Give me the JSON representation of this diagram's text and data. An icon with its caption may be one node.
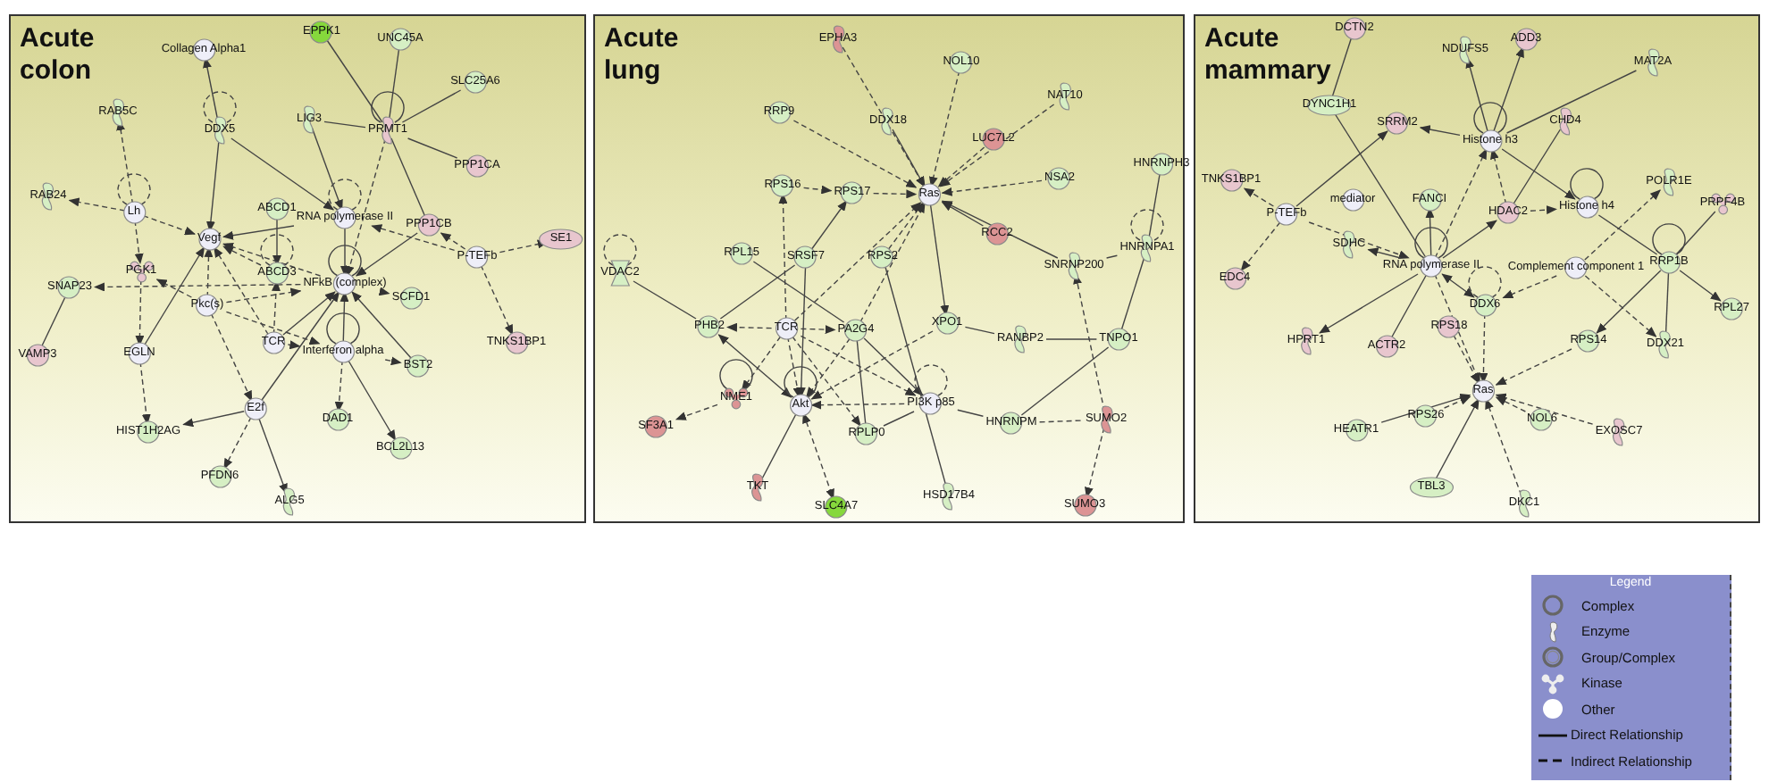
{
  "diagram": {
    "nodes": [
      {
        "text": [
          "Acute colon"
        ]
      },
      {
        "text": [
          "Acute lung"
        ]
      },
      {
        "text": [
          "Acute mammary"
        ]
      },
      {
        "text": [
          "Collagen Alpha1"
        ],
        "in": 0
      },
      {
        "text": [
          "EPPK1"
        ],
        "in": 0
      },
      {
        "text": [
          "UNC45A"
        ],
        "in": 0
      },
      {
        "text": [
          "SLC25A6"
        ],
        "in": 0
      },
      {
        "text": [
          "RAB5C"
        ],
        "in": 0
      },
      {
        "text": [
          "DDX5"
        ],
        "in": 0
      },
      {
        "text": [
          "LIG3"
        ],
        "in": 0
      },
      {
        "text": [
          "PRMT1"
        ],
        "in": 0
      },
      {
        "text": [
          "PPP1CA"
        ],
        "in": 0
      },
      {
        "text": [
          "RAB24"
        ],
        "in": 0
      },
      {
        "text": [
          "Lh"
        ],
        "in": 0
      },
      {
        "text": [
          "ABCD1"
        ],
        "in": 0
      },
      {
        "text": [
          "RNA polymerase II"
        ],
        "in": 0
      },
      {
        "text": [
          "PPP1CB"
        ],
        "in": 0
      },
      {
        "text": [
          "Vegf"
        ],
        "in": 0
      },
      {
        "text": [
          "SE1"
        ],
        "in": 0
      },
      {
        "text": [
          "P-TEFb"
        ],
        "in": 0
      },
      {
        "text": [
          "SNAP23"
        ],
        "in": 0
      },
      {
        "text": [
          "PGK1"
        ],
        "in": 0
      },
      {
        "text": [
          "ABCD3"
        ],
        "in": 0
      },
      {
        "text": [
          "NFkB (complex)"
        ],
        "in": 0
      },
      {
        "text": [
          "SCFD1"
        ],
        "in": 0
      },
      {
        "text": [
          "Pkc(s)"
        ],
        "in": 0
      },
      {
        "text": [
          "TCR"
        ],
        "in": 0
      },
      {
        "text": [
          "TNKS1BP1"
        ],
        "in": 0
      },
      {
        "text": [
          "VAMP3"
        ],
        "in": 0
      },
      {
        "text": [
          "EGLN"
        ],
        "in": 0
      },
      {
        "text": [
          "Interferon alpha"
        ],
        "in": 0
      },
      {
        "text": [
          "BST2"
        ],
        "in": 0
      },
      {
        "text": [
          "E2f"
        ],
        "in": 0
      },
      {
        "text": [
          "DAD1"
        ],
        "in": 0
      },
      {
        "text": [
          "HIST1H2AG"
        ],
        "in": 0
      },
      {
        "text": [
          "BCL2L13"
        ],
        "in": 0
      },
      {
        "text": [
          "PFDN6"
        ],
        "in": 0
      },
      {
        "text": [
          "ALG5"
        ],
        "in": 0
      },
      {
        "text": [
          "EPHA3"
        ],
        "in": 1
      },
      {
        "text": [
          "NOL10"
        ],
        "in": 1
      },
      {
        "text": [
          "NAT10"
        ],
        "in": 1
      },
      {
        "text": [
          "RRP9"
        ],
        "in": 1
      },
      {
        "text": [
          "DDX18"
        ],
        "in": 1
      },
      {
        "text": [
          "LUC7L2"
        ],
        "in": 1
      },
      {
        "text": [
          "HNRNPH3"
        ],
        "in": 1
      },
      {
        "text": [
          "RPS16"
        ],
        "in": 1
      },
      {
        "text": [
          "RPS17"
        ],
        "in": 1
      },
      {
        "text": [
          "Ras"
        ],
        "in": 1
      },
      {
        "text": [
          "NSA2"
        ],
        "in": 1
      },
      {
        "text": [
          "RCC2"
        ],
        "in": 1
      },
      {
        "text": [
          "HNRNPA1"
        ],
        "in": 1
      },
      {
        "text": [
          "VDAC2"
        ],
        "in": 1
      },
      {
        "text": [
          "RPL15"
        ],
        "in": 1
      },
      {
        "text": [
          "SRSF7"
        ],
        "in": 1
      },
      {
        "text": [
          "RPS2"
        ],
        "in": 1
      },
      {
        "text": [
          "SNRNP200"
        ],
        "in": 1
      },
      {
        "text": [
          "PHB2"
        ],
        "in": 1
      },
      {
        "text": [
          "TCR"
        ],
        "in": 1
      },
      {
        "text": [
          "PA2G4"
        ],
        "in": 1
      },
      {
        "text": [
          "XPO1"
        ],
        "in": 1
      },
      {
        "text": [
          "RANBP2"
        ],
        "in": 1
      },
      {
        "text": [
          "TNPO1"
        ],
        "in": 1
      },
      {
        "text": [
          "NME1"
        ],
        "in": 1
      },
      {
        "text": [
          "SF3A1"
        ],
        "in": 1
      },
      {
        "text": [
          "Akt"
        ],
        "in": 1
      },
      {
        "text": [
          "PI3K p85"
        ],
        "in": 1
      },
      {
        "text": [
          "RPLP0"
        ],
        "in": 1
      },
      {
        "text": [
          "HNRNPM"
        ],
        "in": 1
      },
      {
        "text": [
          "SUMO2"
        ],
        "in": 1
      },
      {
        "text": [
          "TKT"
        ],
        "in": 1
      },
      {
        "text": [
          "HSD17B4"
        ],
        "in": 1
      },
      {
        "text": [
          "SLC4A7"
        ],
        "in": 1
      },
      {
        "text": [
          "SUMO3"
        ],
        "in": 1
      },
      {
        "text": [
          "DCTN2"
        ],
        "in": 2
      },
      {
        "text": [
          "ADD3"
        ],
        "in": 2
      },
      {
        "text": [
          "NDUFS5"
        ],
        "in": 2
      },
      {
        "text": [
          "MAT2A"
        ],
        "in": 2
      },
      {
        "text": [
          "DYNC1H1"
        ],
        "in": 2
      },
      {
        "text": [
          "SRRM2"
        ],
        "in": 2
      },
      {
        "text": [
          "Histone h3"
        ],
        "in": 2
      },
      {
        "text": [
          "CHD4"
        ],
        "in": 2
      },
      {
        "text": [
          "TNKS1BP1"
        ],
        "in": 2
      },
      {
        "text": [
          "mediator"
        ],
        "in": 2
      },
      {
        "text": [
          "P-TEFb"
        ],
        "in": 2
      },
      {
        "text": [
          "FANCI"
        ],
        "in": 2
      },
      {
        "text": [
          "HDAC2"
        ],
        "in": 2
      },
      {
        "text": [
          "Histone h4"
        ],
        "in": 2
      },
      {
        "text": [
          "POLR1E"
        ],
        "in": 2
      },
      {
        "text": [
          "PRPF4B"
        ],
        "in": 2
      },
      {
        "text": [
          "SDHC"
        ],
        "in": 2
      },
      {
        "text": [
          "RNA polymerase II"
        ],
        "in": 2
      },
      {
        "text": [
          "Complement component 1"
        ],
        "in": 2
      },
      {
        "text": [
          "RRP1B"
        ],
        "in": 2
      },
      {
        "text": [
          "DDX6"
        ],
        "in": 2
      },
      {
        "text": [
          "EDC4"
        ],
        "in": 2
      },
      {
        "text": [
          "HPRT1"
        ],
        "in": 2
      },
      {
        "text": [
          "ACTR2"
        ],
        "in": 2
      },
      {
        "text": [
          "RPS18"
        ],
        "in": 2
      },
      {
        "text": [
          "RPS14"
        ],
        "in": 2
      },
      {
        "text": [
          "DDX21"
        ],
        "in": 2
      },
      {
        "text": [
          "RPL27"
        ],
        "in": 2
      },
      {
        "text": [
          "Ras"
        ],
        "in": 2
      },
      {
        "text": [
          "HEATR1"
        ],
        "in": 2
      },
      {
        "text": [
          "RPS26"
        ],
        "in": 2
      },
      {
        "text": [
          "NOL6"
        ],
        "in": 2
      },
      {
        "text": [
          "EXOSC7"
        ],
        "in": 2
      },
      {
        "text": [
          "TBL3"
        ],
        "in": 2
      },
      {
        "text": [
          "DKC1"
        ],
        "in": 2
      }
    ],
    "edges": [
      {
        "from": 8,
        "to": 3,
        "arrow": "to"
      },
      {
        "from": 4,
        "to": 10,
        "arrow": "none"
      },
      {
        "from": 5,
        "to": 10,
        "arrow": "none"
      },
      {
        "from": 6,
        "to": 10,
        "arrow": "none"
      },
      {
        "from": 9,
        "to": 10,
        "arrow": "none"
      },
      {
        "from": 10,
        "to": 11,
        "arrow": "none"
      },
      {
        "from": 13,
        "to": 7,
        "arrow": "to",
        "style": "dashed"
      },
      {
        "from": 13,
        "to": 12,
        "arrow": "to",
        "style": "dashed"
      },
      {
        "from": 8,
        "to": 17,
        "arrow": "to"
      },
      {
        "from": 8,
        "to": 15,
        "arrow": "to"
      },
      {
        "from": 9,
        "to": 15,
        "arrow": "to"
      },
      {
        "from": 16,
        "to": 10,
        "arrow": "none"
      },
      {
        "from": 15,
        "to": 17,
        "arrow": "to"
      },
      {
        "from": 14,
        "to": 22,
        "arrow": "to"
      },
      {
        "from": 19,
        "to": 18,
        "arrow": "to",
        "style": "dashed"
      },
      {
        "from": 19,
        "to": 15,
        "arrow": "to",
        "style": "dashed"
      },
      {
        "from": 19,
        "to": 16,
        "arrow": "to",
        "style": "dashed"
      },
      {
        "from": 19,
        "to": 27,
        "arrow": "to",
        "style": "dashed"
      },
      {
        "from": 13,
        "to": 17,
        "arrow": "to",
        "style": "dashed"
      },
      {
        "from": 13,
        "to": 21,
        "arrow": "to",
        "style": "dashed"
      },
      {
        "from": 22,
        "to": 17,
        "arrow": "to",
        "style": "dashed"
      },
      {
        "from": 23,
        "to": 17,
        "arrow": "to",
        "style": "dashed"
      },
      {
        "from": 25,
        "to": 17,
        "arrow": "to",
        "style": "dashed"
      },
      {
        "from": 26,
        "to": 17,
        "arrow": "to",
        "style": "dashed"
      },
      {
        "from": 29,
        "to": 17,
        "arrow": "to"
      },
      {
        "from": 23,
        "to": 20,
        "arrow": "to",
        "style": "dashed"
      },
      {
        "from": 25,
        "to": 21,
        "arrow": "to",
        "style": "dashed"
      },
      {
        "from": 25,
        "to": 23,
        "arrow": "to",
        "style": "dashed"
      },
      {
        "from": 25,
        "to": 30,
        "arrow": "to",
        "style": "dashed"
      },
      {
        "from": 25,
        "to": 32,
        "arrow": "to",
        "style": "dashed"
      },
      {
        "from": 26,
        "to": 23,
        "arrow": "to"
      },
      {
        "from": 26,
        "to": 22,
        "arrow": "to",
        "style": "dashed"
      },
      {
        "from": 26,
        "to": 30,
        "arrow": "to"
      },
      {
        "from": 23,
        "to": 24,
        "arrow": "to",
        "style": "dashed"
      },
      {
        "from": 30,
        "to": 23,
        "arrow": "to"
      },
      {
        "from": 30,
        "to": 31,
        "arrow": "to",
        "style": "dashed"
      },
      {
        "from": 31,
        "to": 23,
        "arrow": "to"
      },
      {
        "from": 30,
        "to": 33,
        "arrow": "to",
        "style": "dashed"
      },
      {
        "from": 30,
        "to": 35,
        "arrow": "to"
      },
      {
        "from": 32,
        "to": 23,
        "arrow": "to"
      },
      {
        "from": 32,
        "to": 34,
        "arrow": "to"
      },
      {
        "from": 29,
        "to": 34,
        "arrow": "to",
        "style": "dashed"
      },
      {
        "from": 32,
        "to": 36,
        "arrow": "to",
        "style": "dashed"
      },
      {
        "from": 32,
        "to": 37,
        "arrow": "to"
      },
      {
        "from": 28,
        "to": 20,
        "arrow": "none"
      },
      {
        "from": 21,
        "to": 29,
        "arrow": "to",
        "style": "dashed"
      },
      {
        "from": 10,
        "to": 23,
        "arrow": "to",
        "style": "dashed"
      },
      {
        "from": 16,
        "to": 23,
        "arrow": "to"
      },
      {
        "from": 15,
        "to": 23,
        "arrow": "to"
      },
      {
        "from": 8,
        "to": 8,
        "arrow": "none",
        "style": "dashed"
      },
      {
        "from": 10,
        "to": 10,
        "arrow": "none"
      },
      {
        "from": 13,
        "to": 13,
        "arrow": "none",
        "style": "dashed"
      },
      {
        "from": 15,
        "to": 15,
        "arrow": "none",
        "style": "dashed"
      },
      {
        "from": 22,
        "to": 22,
        "arrow": "none",
        "style": "dashed"
      },
      {
        "from": 23,
        "to": 23,
        "arrow": "none"
      },
      {
        "from": 30,
        "to": 30,
        "arrow": "none"
      },
      {
        "from": 38,
        "to": 47,
        "arrow": "to",
        "style": "dashed"
      },
      {
        "from": 39,
        "to": 47,
        "arrow": "to",
        "style": "dashed"
      },
      {
        "from": 40,
        "to": 47,
        "arrow": "to",
        "style": "dashed"
      },
      {
        "from": 41,
        "to": 47,
        "arrow": "to",
        "style": "dashed"
      },
      {
        "from": 42,
        "to": 47,
        "arrow": "to"
      },
      {
        "from": 43,
        "to": 47,
        "arrow": "to",
        "style": "dashed"
      },
      {
        "from": 45,
        "to": 46,
        "arrow": "to",
        "style": "dashed"
      },
      {
        "from": 46,
        "to": 47,
        "arrow": "to",
        "style": "dashed"
      },
      {
        "from": 48,
        "to": 47,
        "arrow": "to",
        "style": "dashed"
      },
      {
        "from": 49,
        "to": 47,
        "arrow": "to"
      },
      {
        "from": 55,
        "to": 47,
        "arrow": "to"
      },
      {
        "from": 44,
        "to": 50,
        "arrow": "none"
      },
      {
        "from": 50,
        "to": 55,
        "arrow": "none"
      },
      {
        "from": 57,
        "to": 45,
        "arrow": "to",
        "style": "dashed"
      },
      {
        "from": 53,
        "to": 46,
        "arrow": "to"
      },
      {
        "from": 54,
        "to": 47,
        "arrow": "to",
        "style": "dashed"
      },
      {
        "from": 58,
        "to": 47,
        "arrow": "to",
        "style": "dashed"
      },
      {
        "from": 57,
        "to": 47,
        "arrow": "to",
        "style": "dashed"
      },
      {
        "from": 47,
        "to": 59,
        "arrow": "to"
      },
      {
        "from": 51,
        "to": 56,
        "arrow": "none"
      },
      {
        "from": 52,
        "to": 58,
        "arrow": "none"
      },
      {
        "from": 56,
        "to": 53,
        "arrow": "none"
      },
      {
        "from": 57,
        "to": 56,
        "arrow": "to",
        "style": "dashed"
      },
      {
        "from": 57,
        "to": 58,
        "arrow": "to",
        "style": "dashed"
      },
      {
        "from": 57,
        "to": 62,
        "arrow": "to",
        "style": "dashed"
      },
      {
        "from": 57,
        "to": 64,
        "arrow": "to",
        "style": "dashed"
      },
      {
        "from": 57,
        "to": 66,
        "arrow": "to",
        "style": "dashed"
      },
      {
        "from": 57,
        "to": 65,
        "arrow": "to",
        "style": "dashed"
      },
      {
        "from": 53,
        "to": 64,
        "arrow": "to"
      },
      {
        "from": 56,
        "to": 64,
        "arrow": "both"
      },
      {
        "from": 58,
        "to": 64,
        "arrow": "to",
        "style": "dashed"
      },
      {
        "from": 58,
        "to": 66,
        "arrow": "none"
      },
      {
        "from": 58,
        "to": 65,
        "arrow": "to"
      },
      {
        "from": 54,
        "to": 70,
        "arrow": "none"
      },
      {
        "from": 59,
        "to": 64,
        "arrow": "to",
        "style": "dashed"
      },
      {
        "from": 59,
        "to": 60,
        "arrow": "none"
      },
      {
        "from": 60,
        "to": 61,
        "arrow": "none"
      },
      {
        "from": 61,
        "to": 50,
        "arrow": "none"
      },
      {
        "from": 61,
        "to": 67,
        "arrow": "none"
      },
      {
        "from": 65,
        "to": 64,
        "arrow": "to",
        "style": "dashed"
      },
      {
        "from": 65,
        "to": 66,
        "arrow": "none"
      },
      {
        "from": 65,
        "to": 67,
        "arrow": "none"
      },
      {
        "from": 67,
        "to": 68,
        "arrow": "none",
        "style": "dashed"
      },
      {
        "from": 68,
        "to": 55,
        "arrow": "to",
        "style": "dashed"
      },
      {
        "from": 68,
        "to": 72,
        "arrow": "to",
        "style": "dashed"
      },
      {
        "from": 62,
        "to": 63,
        "arrow": "to",
        "style": "dashed"
      },
      {
        "from": 64,
        "to": 69,
        "arrow": "none"
      },
      {
        "from": 64,
        "to": 71,
        "arrow": "both",
        "style": "dashed"
      },
      {
        "from": 51,
        "to": 51,
        "arrow": "none",
        "style": "dashed"
      },
      {
        "from": 50,
        "to": 50,
        "arrow": "none",
        "style": "dashed"
      },
      {
        "from": 62,
        "to": 62,
        "arrow": "none"
      },
      {
        "from": 64,
        "to": 64,
        "arrow": "none"
      },
      {
        "from": 65,
        "to": 65,
        "arrow": "none",
        "style": "dashed"
      },
      {
        "from": 73,
        "to": 77,
        "arrow": "none"
      },
      {
        "from": 77,
        "to": 90,
        "arrow": "none"
      },
      {
        "from": 83,
        "to": 78,
        "arrow": "to"
      },
      {
        "from": 79,
        "to": 78,
        "arrow": "to"
      },
      {
        "from": 79,
        "to": 75,
        "arrow": "to"
      },
      {
        "from": 79,
        "to": 74,
        "arrow": "to"
      },
      {
        "from": 76,
        "to": 79,
        "arrow": "none"
      },
      {
        "from": 80,
        "to": 85,
        "arrow": "none"
      },
      {
        "from": 83,
        "to": 81,
        "arrow": "to",
        "style": "dashed"
      },
      {
        "from": 83,
        "to": 94,
        "arrow": "to",
        "style": "dashed"
      },
      {
        "from": 83,
        "to": 90,
        "arrow": "to",
        "style": "dashed"
      },
      {
        "from": 90,
        "to": 84,
        "arrow": "to"
      },
      {
        "from": 90,
        "to": 89,
        "arrow": "to"
      },
      {
        "from": 90,
        "to": 85,
        "arrow": "to"
      },
      {
        "from": 90,
        "to": 79,
        "arrow": "to",
        "style": "dashed"
      },
      {
        "from": 85,
        "to": 79,
        "arrow": "to",
        "style": "dashed"
      },
      {
        "from": 85,
        "to": 86,
        "arrow": "to",
        "style": "dashed"
      },
      {
        "from": 79,
        "to": 86,
        "arrow": "to"
      },
      {
        "from": 86,
        "to": 92,
        "arrow": "none"
      },
      {
        "from": 92,
        "to": 88,
        "arrow": "none"
      },
      {
        "from": 92,
        "to": 100,
        "arrow": "to"
      },
      {
        "from": 92,
        "to": 98,
        "arrow": "to"
      },
      {
        "from": 92,
        "to": 99,
        "arrow": "none"
      },
      {
        "from": 91,
        "to": 87,
        "arrow": "to",
        "style": "dashed"
      },
      {
        "from": 91,
        "to": 93,
        "arrow": "to",
        "style": "dashed"
      },
      {
        "from": 91,
        "to": 99,
        "arrow": "to",
        "style": "dashed"
      },
      {
        "from": 90,
        "to": 93,
        "arrow": "both"
      },
      {
        "from": 90,
        "to": 95,
        "arrow": "to"
      },
      {
        "from": 96,
        "to": 90,
        "arrow": "none"
      },
      {
        "from": 90,
        "to": 101,
        "arrow": "to",
        "style": "dashed"
      },
      {
        "from": 97,
        "to": 101,
        "arrow": "to",
        "style": "dashed"
      },
      {
        "from": 93,
        "to": 101,
        "arrow": "to",
        "style": "dashed"
      },
      {
        "from": 98,
        "to": 101,
        "arrow": "to",
        "style": "dashed"
      },
      {
        "from": 102,
        "to": 101,
        "arrow": "to"
      },
      {
        "from": 103,
        "to": 101,
        "arrow": "to",
        "style": "dashed"
      },
      {
        "from": 104,
        "to": 101,
        "arrow": "to",
        "style": "dashed"
      },
      {
        "from": 105,
        "to": 101,
        "arrow": "to",
        "style": "dashed"
      },
      {
        "from": 106,
        "to": 101,
        "arrow": "to"
      },
      {
        "from": 107,
        "to": 101,
        "arrow": "to",
        "style": "dashed"
      },
      {
        "from": 79,
        "to": 79,
        "arrow": "none"
      },
      {
        "from": 86,
        "to": 86,
        "arrow": "none"
      },
      {
        "from": 90,
        "to": 90,
        "arrow": "none"
      },
      {
        "from": 93,
        "to": 93,
        "arrow": "none",
        "style": "dashed"
      },
      {
        "from": 92,
        "to": 92,
        "arrow": "none"
      }
    ],
    "labels": [
      "Legend"
    ],
    "legend": [
      {
        "text": "Complex"
      },
      {
        "text": "Enzyme"
      },
      {
        "text": "Group/Complex"
      },
      {
        "text": "Kinase"
      },
      {
        "text": "Other"
      },
      {
        "text": "Direct Relationship"
      },
      {
        "text": "Indirect Relationship"
      }
    ]
  }
}
